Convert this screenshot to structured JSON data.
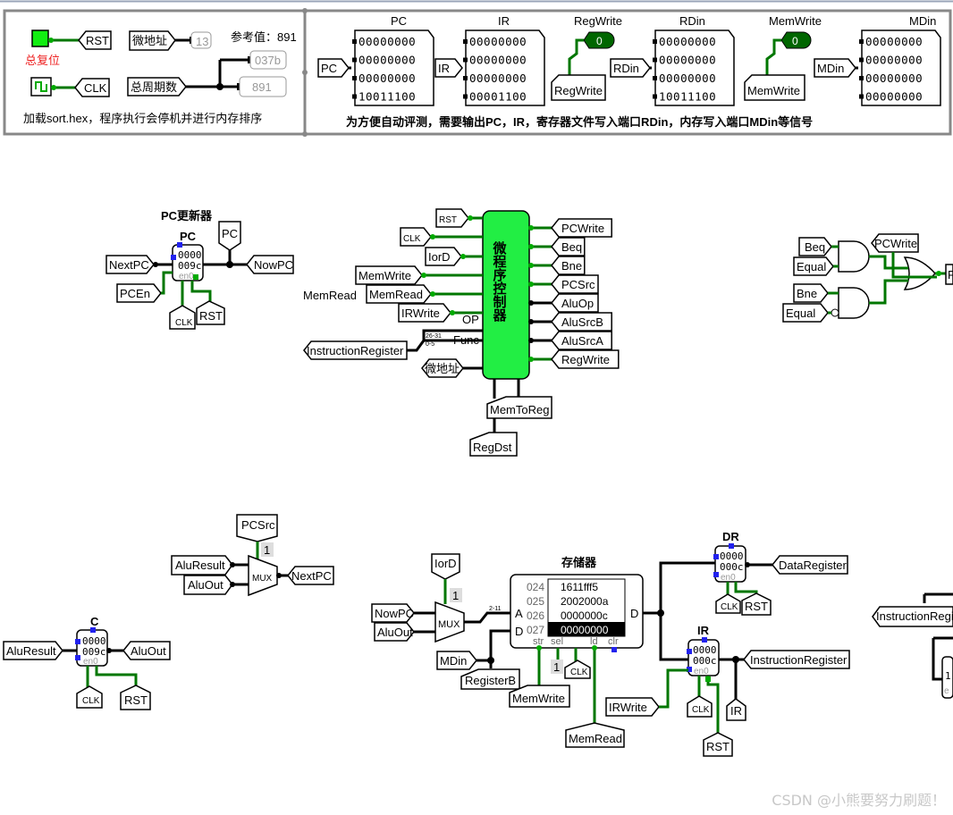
{
  "top_panel": {
    "rst_label": "RST",
    "reset_caption": "总复位",
    "clk_label": "CLK",
    "micro_addr_label": "微地址",
    "micro_addr_value": "13",
    "total_cycles_label": "总周期数",
    "ref_caption": "参考值：891",
    "hex_value": "037b",
    "cycles_value": "891",
    "note": "加载sort.hex，程序执行会停机并进行内存排序"
  },
  "output_panel": {
    "columns": [
      {
        "title": "PC",
        "pin": "PC",
        "rows": [
          "00000000",
          "00000000",
          "00000000",
          "10011100"
        ]
      },
      {
        "title": "IR",
        "pin": "IR",
        "rows": [
          "00000000",
          "00000000",
          "00000000",
          "00001100"
        ]
      },
      {
        "title": "RDin",
        "pin": "RDin",
        "rows": [
          "00000000",
          "00000000",
          "00000000",
          "10011100"
        ]
      },
      {
        "title": "MDin",
        "pin": "MDin",
        "rows": [
          "00000000",
          "00000000",
          "00000000",
          "00000000"
        ]
      }
    ],
    "regwrite_title": "RegWrite",
    "regwrite_value": "0",
    "regwrite_pin": "RegWrite",
    "memwrite_title": "MemWrite",
    "memwrite_value": "0",
    "memwrite_pin": "MemWrite",
    "note": "为方便自动评测，需要输出PC，IR，寄存器文件写入端口RDin，内存写入端口MDin等信号"
  },
  "pc_block": {
    "title": "PC更新器",
    "reg_name": "PC",
    "reg_value_a": "0000",
    "reg_value_b": "009c",
    "en_label": "en0",
    "tunnel_pc": "PC",
    "tunnel_nextpc": "NextPC",
    "tunnel_nowpc": "NowPC",
    "tunnel_pcen": "PCEn",
    "tunnel_clk": "CLK",
    "tunnel_rst": "RST"
  },
  "controller": {
    "title": "微程序控制器",
    "inputs": [
      "RST",
      "CLK",
      "IorD",
      "MemWrite",
      "MemRead",
      "IRWrite"
    ],
    "op_label": "OP",
    "func_label": "Func",
    "split_hi": "26-31",
    "split_lo": "0-5",
    "ir_tunnel": "InstructionRegister",
    "micro_addr": "微地址",
    "memread_float": "MemRead",
    "outputs": [
      "PCWrite",
      "Beq",
      "Bne",
      "PCSrc",
      "AluOp",
      "AluSrcB",
      "AluSrcA",
      "RegWrite"
    ],
    "bottom": [
      "MemToReg",
      "RegDst"
    ]
  },
  "pc_logic": {
    "pcwrite": "PCWrite",
    "beq": "Beq",
    "equal_a": "Equal",
    "bne": "Bne",
    "equal_b": "Equal",
    "out": "P"
  },
  "pc_mux": {
    "sel_tunnel": "PCSrc",
    "sel_value": "1",
    "in0": "AluResult",
    "in1": "AluOut",
    "mux_label": "MUX",
    "out": "NextPC"
  },
  "c_reg": {
    "name": "C",
    "value_a": "0000",
    "value_b": "009c",
    "en_label": "en0",
    "in": "AluResult",
    "out": "AluOut",
    "clk": "CLK",
    "rst": "RST"
  },
  "memory": {
    "title": "存储器",
    "iord": "IorD",
    "sel_value": "1",
    "in0": "NowPC",
    "in1": "AluOut",
    "mux_label": "MUX",
    "split_label": "2-11",
    "port_a": "A",
    "port_d_in": "D",
    "port_d_out": "D",
    "rows": [
      {
        "addr": "024",
        "val": "1611fff5"
      },
      {
        "addr": "025",
        "val": "2002000a"
      },
      {
        "addr": "026",
        "val": "0000000c"
      },
      {
        "addr": "027",
        "val": "00000000"
      }
    ],
    "pins": [
      "str",
      "sel",
      "ld",
      "clr"
    ],
    "sel_const": "1",
    "mdin": "MDin",
    "registerb": "RegisterB",
    "memwrite": "MemWrite",
    "clk": "CLK",
    "memread": "MemRead"
  },
  "dr_reg": {
    "name": "DR",
    "value_a": "0000",
    "value_b": "000c",
    "en_label": "en0",
    "out": "DataRegister",
    "clk": "CLK",
    "rst": "RST"
  },
  "ir_reg": {
    "name": "IR",
    "value_a": "0000",
    "value_b": "000c",
    "en_label": "en0",
    "out": "InstructionRegister",
    "irwrite": "IRWrite",
    "clk": "CLK",
    "ir_tunnel": "IR",
    "rst": "RST"
  },
  "right_partial": {
    "tunnel": "InstructionRegi",
    "digit": "1",
    "frag": "e"
  },
  "watermark": "CSDN @小熊要努力刷题！"
}
